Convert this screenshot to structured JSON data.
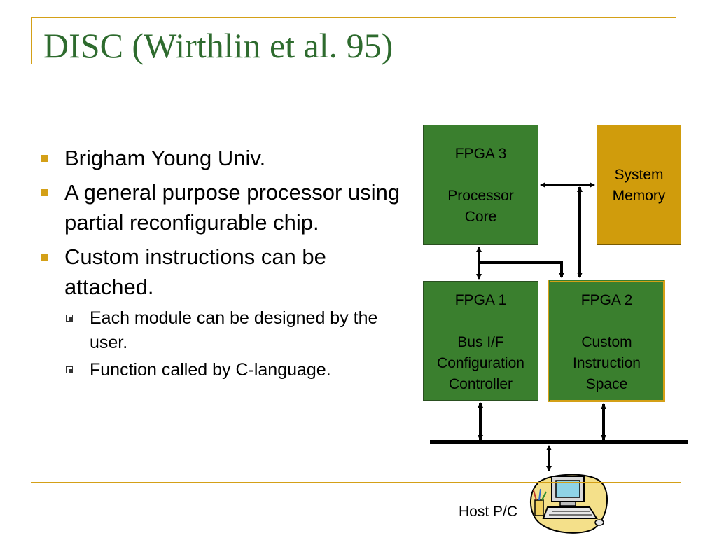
{
  "title": "DISC (Wirthlin et al. 95)",
  "bullets": [
    {
      "text": "Brigham Young Univ."
    },
    {
      "text": "A general purpose processor using partial reconfigurable chip."
    },
    {
      "text": "Custom instructions can be attached.",
      "sub": [
        {
          "text": "Each module can be designed by the user."
        },
        {
          "text": "Function called by C-language."
        }
      ]
    }
  ],
  "diagram": {
    "fpga3": {
      "line1": "FPGA 3",
      "line2": "Processor",
      "line3": "Core"
    },
    "memory": {
      "line1": "System",
      "line2": "Memory"
    },
    "fpga1": {
      "line1": "FPGA 1",
      "line2": "Bus I/F",
      "line3": "Configuration",
      "line4": "Controller"
    },
    "fpga2": {
      "line1": "FPGA 2",
      "line2": "Custom",
      "line3": "Instruction",
      "line4": "Space"
    },
    "host": "Host P/C"
  },
  "colors": {
    "title": "#2e6b2e",
    "accent": "#d4a017",
    "fpga": "#3a7f2e",
    "memory": "#d09c0c"
  }
}
